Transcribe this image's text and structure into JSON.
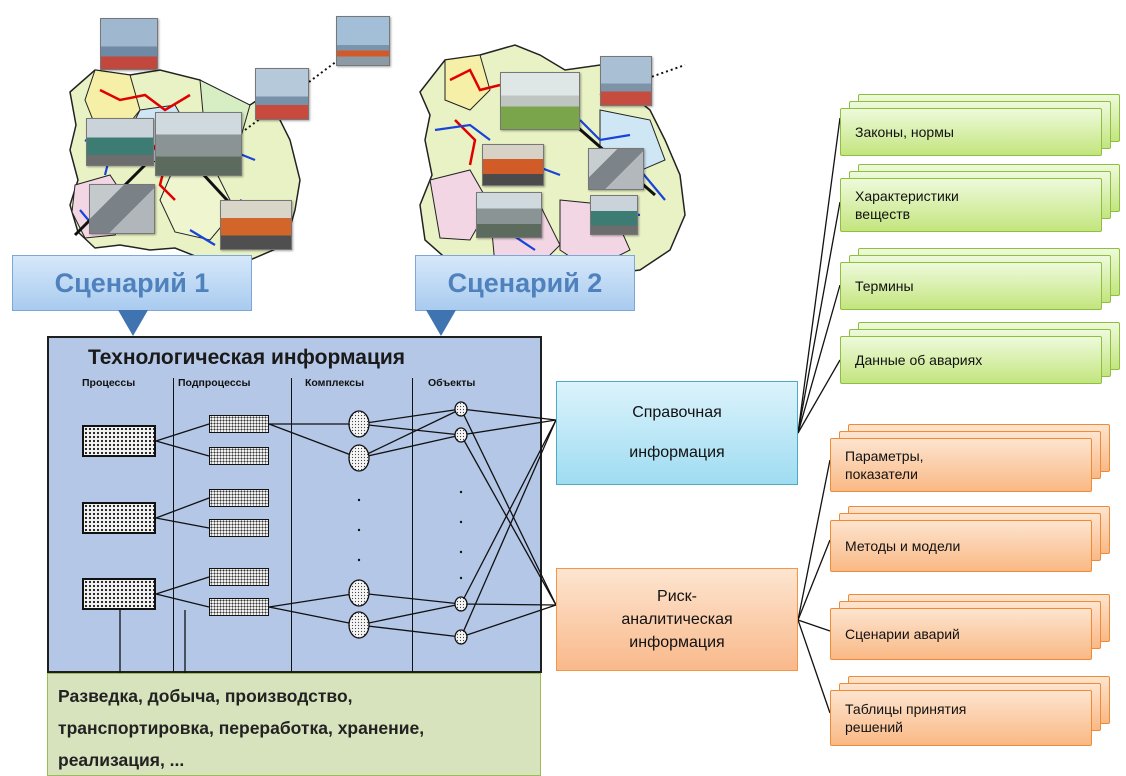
{
  "scenarios": [
    "Сценарий 1",
    "Сценарий 2"
  ],
  "tech_panel": {
    "title": "Технологическая информация",
    "columns": [
      "Процессы",
      "Подпроцессы",
      "Комплексы",
      "Объекты"
    ]
  },
  "activities": [
    "Разведка, добыча, производство,",
    "транспортировка, переработка, хранение,",
    "реализация, ..."
  ],
  "reference_info": [
    "Справочная",
    "информация"
  ],
  "risk_info": [
    "Риск-",
    "аналитическая",
    "информация"
  ],
  "reference_items": [
    [
      "Законы, нормы"
    ],
    [
      "Характеристики",
      "веществ"
    ],
    [
      "Термины"
    ],
    [
      "Данные об авариях"
    ]
  ],
  "risk_items": [
    [
      "Параметры,",
      "показатели"
    ],
    [
      "Методы и модели"
    ],
    [
      "Сценарии аварий"
    ],
    [
      "Таблицы принятия",
      "решений"
    ]
  ],
  "colors": {
    "scenario_text": "#4f81bd",
    "tech_panel": "#b4c7e7",
    "reference": "#9fdcf2",
    "risk": "#f9b98b",
    "green_card": "#c3e57e",
    "orange_card": "#f9b985"
  }
}
